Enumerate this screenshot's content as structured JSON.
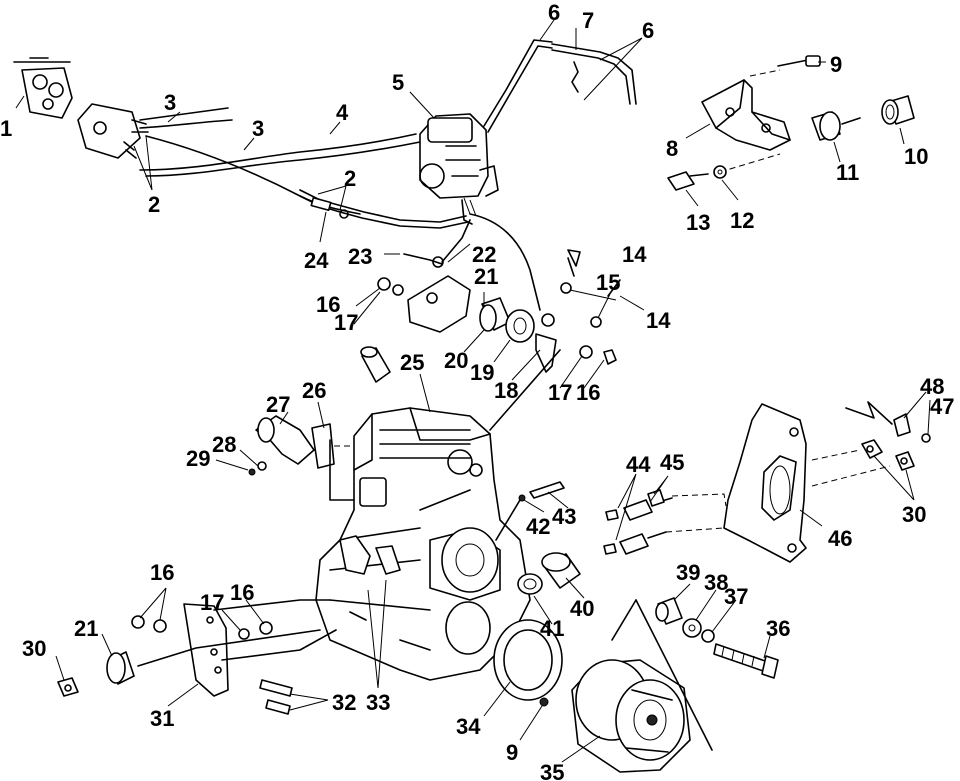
{
  "callouts": [
    "1",
    "2",
    "3",
    "4",
    "5",
    "6",
    "7",
    "8",
    "9",
    "10",
    "11",
    "12",
    "13",
    "14",
    "15",
    "16",
    "17",
    "18",
    "19",
    "20",
    "21",
    "22",
    "23",
    "24",
    "25",
    "26",
    "27",
    "28",
    "29",
    "30",
    "31",
    "32",
    "33",
    "34",
    "35",
    "36",
    "37",
    "38",
    "39",
    "40",
    "41",
    "42",
    "43",
    "44",
    "45",
    "46",
    "47",
    "48"
  ]
}
